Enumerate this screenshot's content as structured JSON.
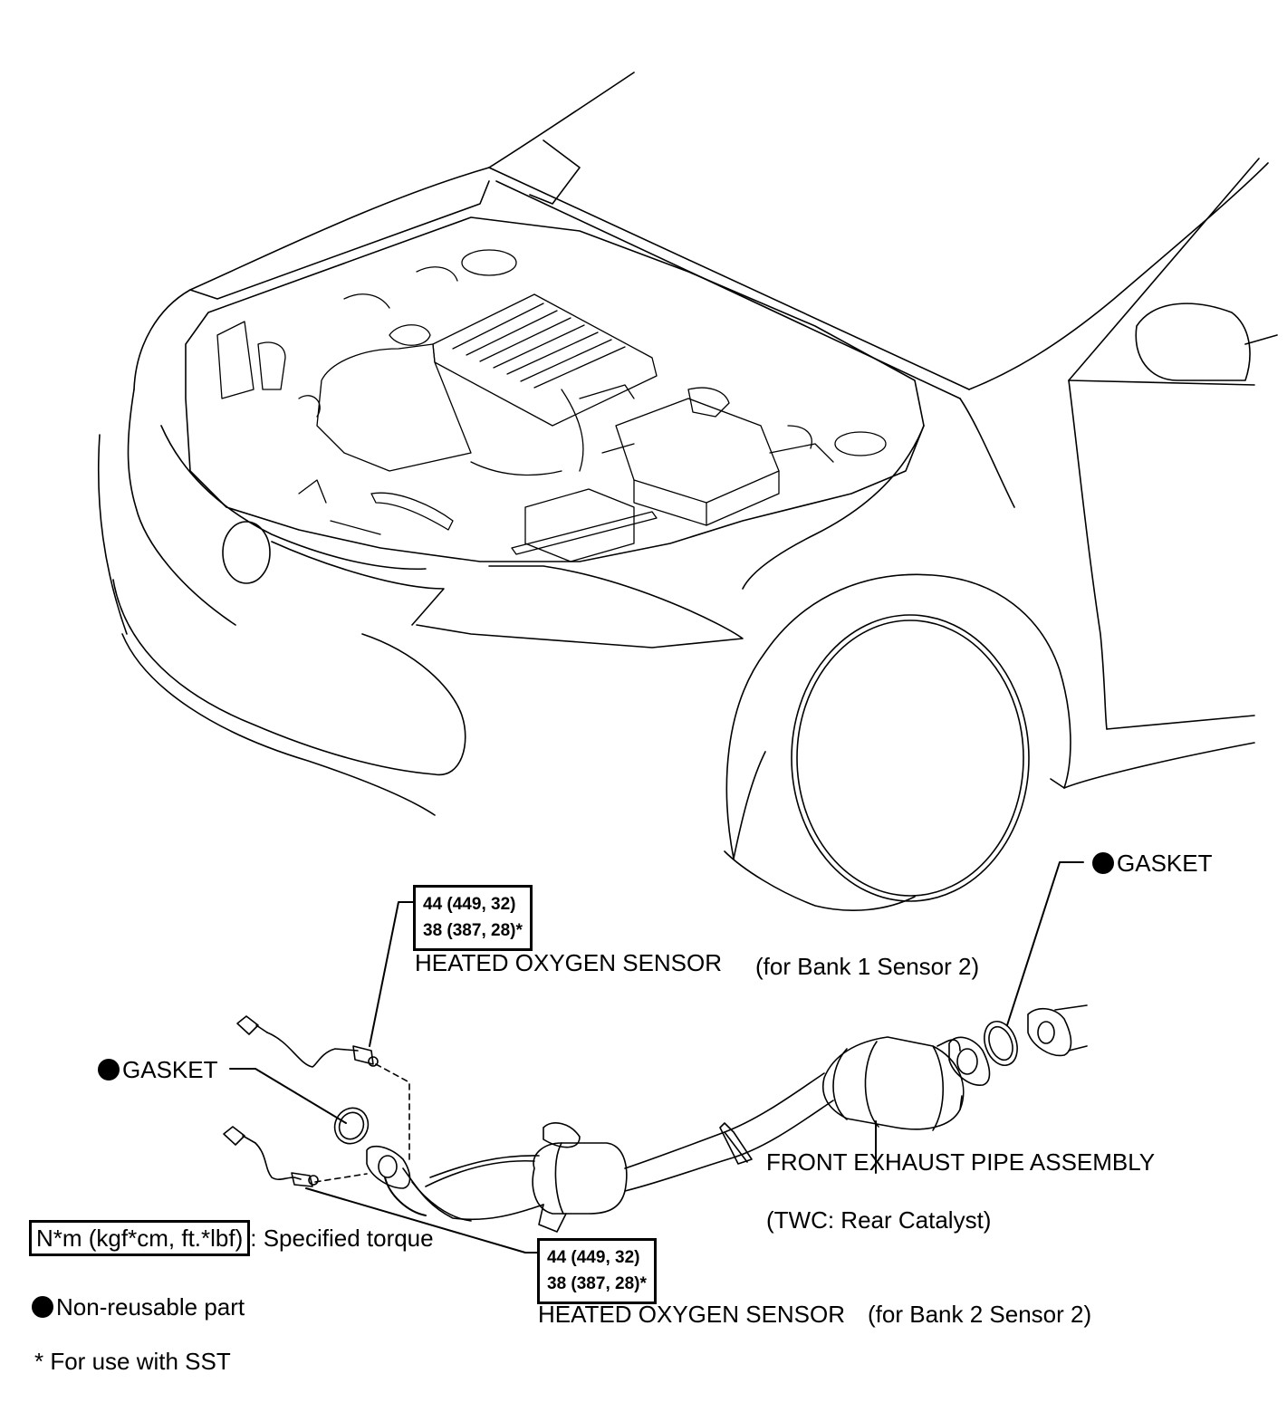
{
  "labels": {
    "gasket_right": "GASKET",
    "gasket_left": "GASKET",
    "sensor_bank1_name": "HEATED OXYGEN SENSOR",
    "sensor_bank1_qualifier": "(for Bank 1 Sensor 2)",
    "sensor_bank2_name": "HEATED OXYGEN SENSOR",
    "sensor_bank2_qualifier": "(for Bank 2 Sensor 2)",
    "exhaust_pipe": "FRONT EXHAUST PIPE ASSEMBLY",
    "exhaust_pipe_sub": "(TWC: Rear Catalyst)"
  },
  "torque_bank1": {
    "line1": "44 (449, 32)",
    "line2": "38 (387, 28)*"
  },
  "torque_bank2": {
    "line1": "44 (449, 32)",
    "line2": "38 (387, 28)*"
  },
  "legend": {
    "torque_unit": "N*m (kgf*cm, ft.*lbf)",
    "torque_desc": ": Specified torque",
    "nonreusable": "Non-reusable part",
    "sst_note": "* For use with SST"
  },
  "icons": {
    "nonreusable_marker": "filled-circle-icon"
  },
  "colors": {
    "line": "#000000",
    "background": "#ffffff"
  }
}
